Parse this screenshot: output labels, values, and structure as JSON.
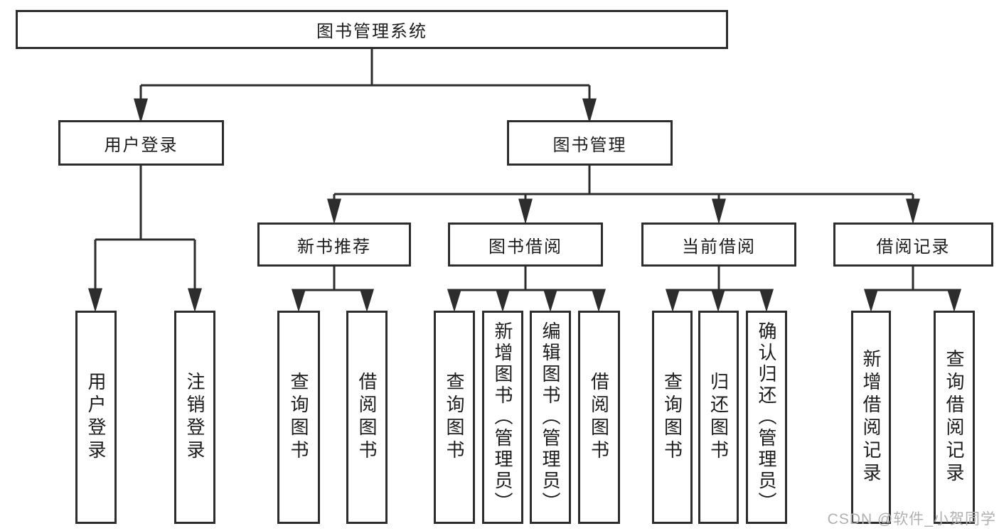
{
  "tree": {
    "root": {
      "label": "图书管理系统"
    },
    "level2": [
      {
        "label": "用户登录",
        "leaves": [
          "用户登录",
          "注销登录"
        ]
      },
      {
        "label": "图书管理",
        "groups": [
          {
            "label": "新书推荐",
            "leaves": [
              "查询图书",
              "借阅图书"
            ]
          },
          {
            "label": "图书借阅",
            "leaves": [
              "查询图书",
              "新增图书（管理员）",
              "编辑图书（管理员）",
              "借阅图书"
            ]
          },
          {
            "label": "当前借阅",
            "leaves": [
              "查询图书",
              "归还图书",
              "确认归还（管理员）"
            ]
          },
          {
            "label": "借阅记录",
            "leaves": [
              "新增借阅记录",
              "查询借阅记录"
            ]
          }
        ]
      }
    ]
  },
  "watermark": {
    "text": "CSDN @软件_小贺同学",
    "color": "#b0b0b0"
  },
  "colors": {
    "line": "#2d2d2d",
    "text": "#1c1c1c",
    "background": "#ffffff"
  }
}
